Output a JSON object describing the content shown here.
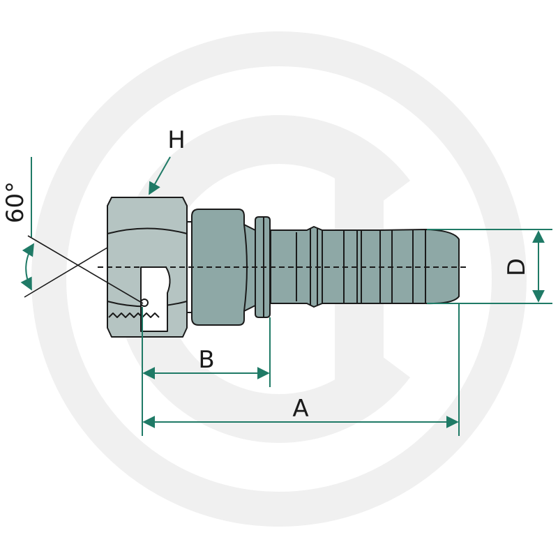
{
  "labels": {
    "hex": "H",
    "angle": "60°",
    "b": "B",
    "a": "A",
    "d": "D"
  },
  "colors": {
    "body_fill": "#8ea8a6",
    "nut_fill": "#b5c4c2",
    "dimension": "#1f7a66",
    "outline": "#1a1a1a",
    "watermark": "#f2f2f2"
  },
  "watermark": "g-logo-watermark"
}
